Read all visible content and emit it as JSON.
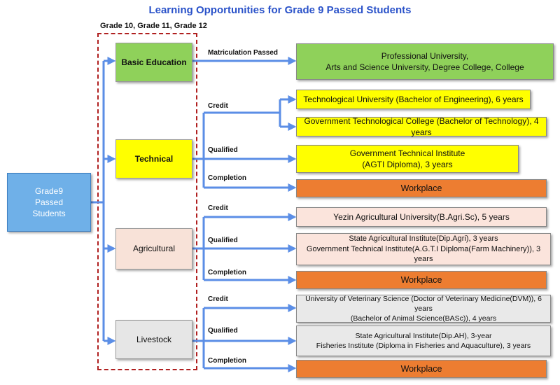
{
  "title": "Learning Opportunities for Grade 9 Passed Students",
  "grades_label": "Grade 10, Grade 11, Grade 12",
  "source": [
    "Grade9",
    "Passed",
    "Students"
  ],
  "tracks": {
    "basic": "Basic Education",
    "technical": "Technical",
    "agricultural": "Agricultural",
    "livestock": "Livestock"
  },
  "path_labels": {
    "matriculation": "Matriculation Passed",
    "credit": "Credit",
    "qualified": "Qualified",
    "completion": "Completion"
  },
  "destinations": {
    "basic": [
      "Professional University,",
      "Arts and Science University, Degree College, College"
    ],
    "tech_credit_1": "Technological University (Bachelor of Engineering), 6 years",
    "tech_credit_2": "Government Technological College (Bachelor of Technology), 4 years",
    "tech_qualified": [
      "Government Technical Institute",
      "(AGTI Diploma), 3 years"
    ],
    "workplace": "Workplace",
    "agri_credit": "Yezin Agricultural University(B.Agri.Sc), 5 years",
    "agri_qualified": [
      "State Agricultural Institute(Dip.Agri),  3 years",
      "Government  Technical  Institute(A.G.T.I  Diploma(Farm Machinery)),  3 years"
    ],
    "live_credit": [
      "University of Veterinary Science (Doctor of Veterinary Medicine(DVM)), 6 years",
      "(Bachelor of Animal Science(BASc)), 4 years"
    ],
    "live_qualified": [
      "State Agricultural Institute(Dip.AH), 3-year",
      "Fisheries Institute (Diploma in Fisheries and Aquaculture), 3 years"
    ]
  },
  "colors": {
    "title": "#2a52c9",
    "arrow": "#5b8ee6",
    "source": "#6fb0e8",
    "basic": "#8fd15a",
    "technical": "#ffff00",
    "workplace": "#ed7d31",
    "agricultural": "#f8e2d8",
    "livestock": "#e6e6e6",
    "dashed_border": "#b02020"
  }
}
